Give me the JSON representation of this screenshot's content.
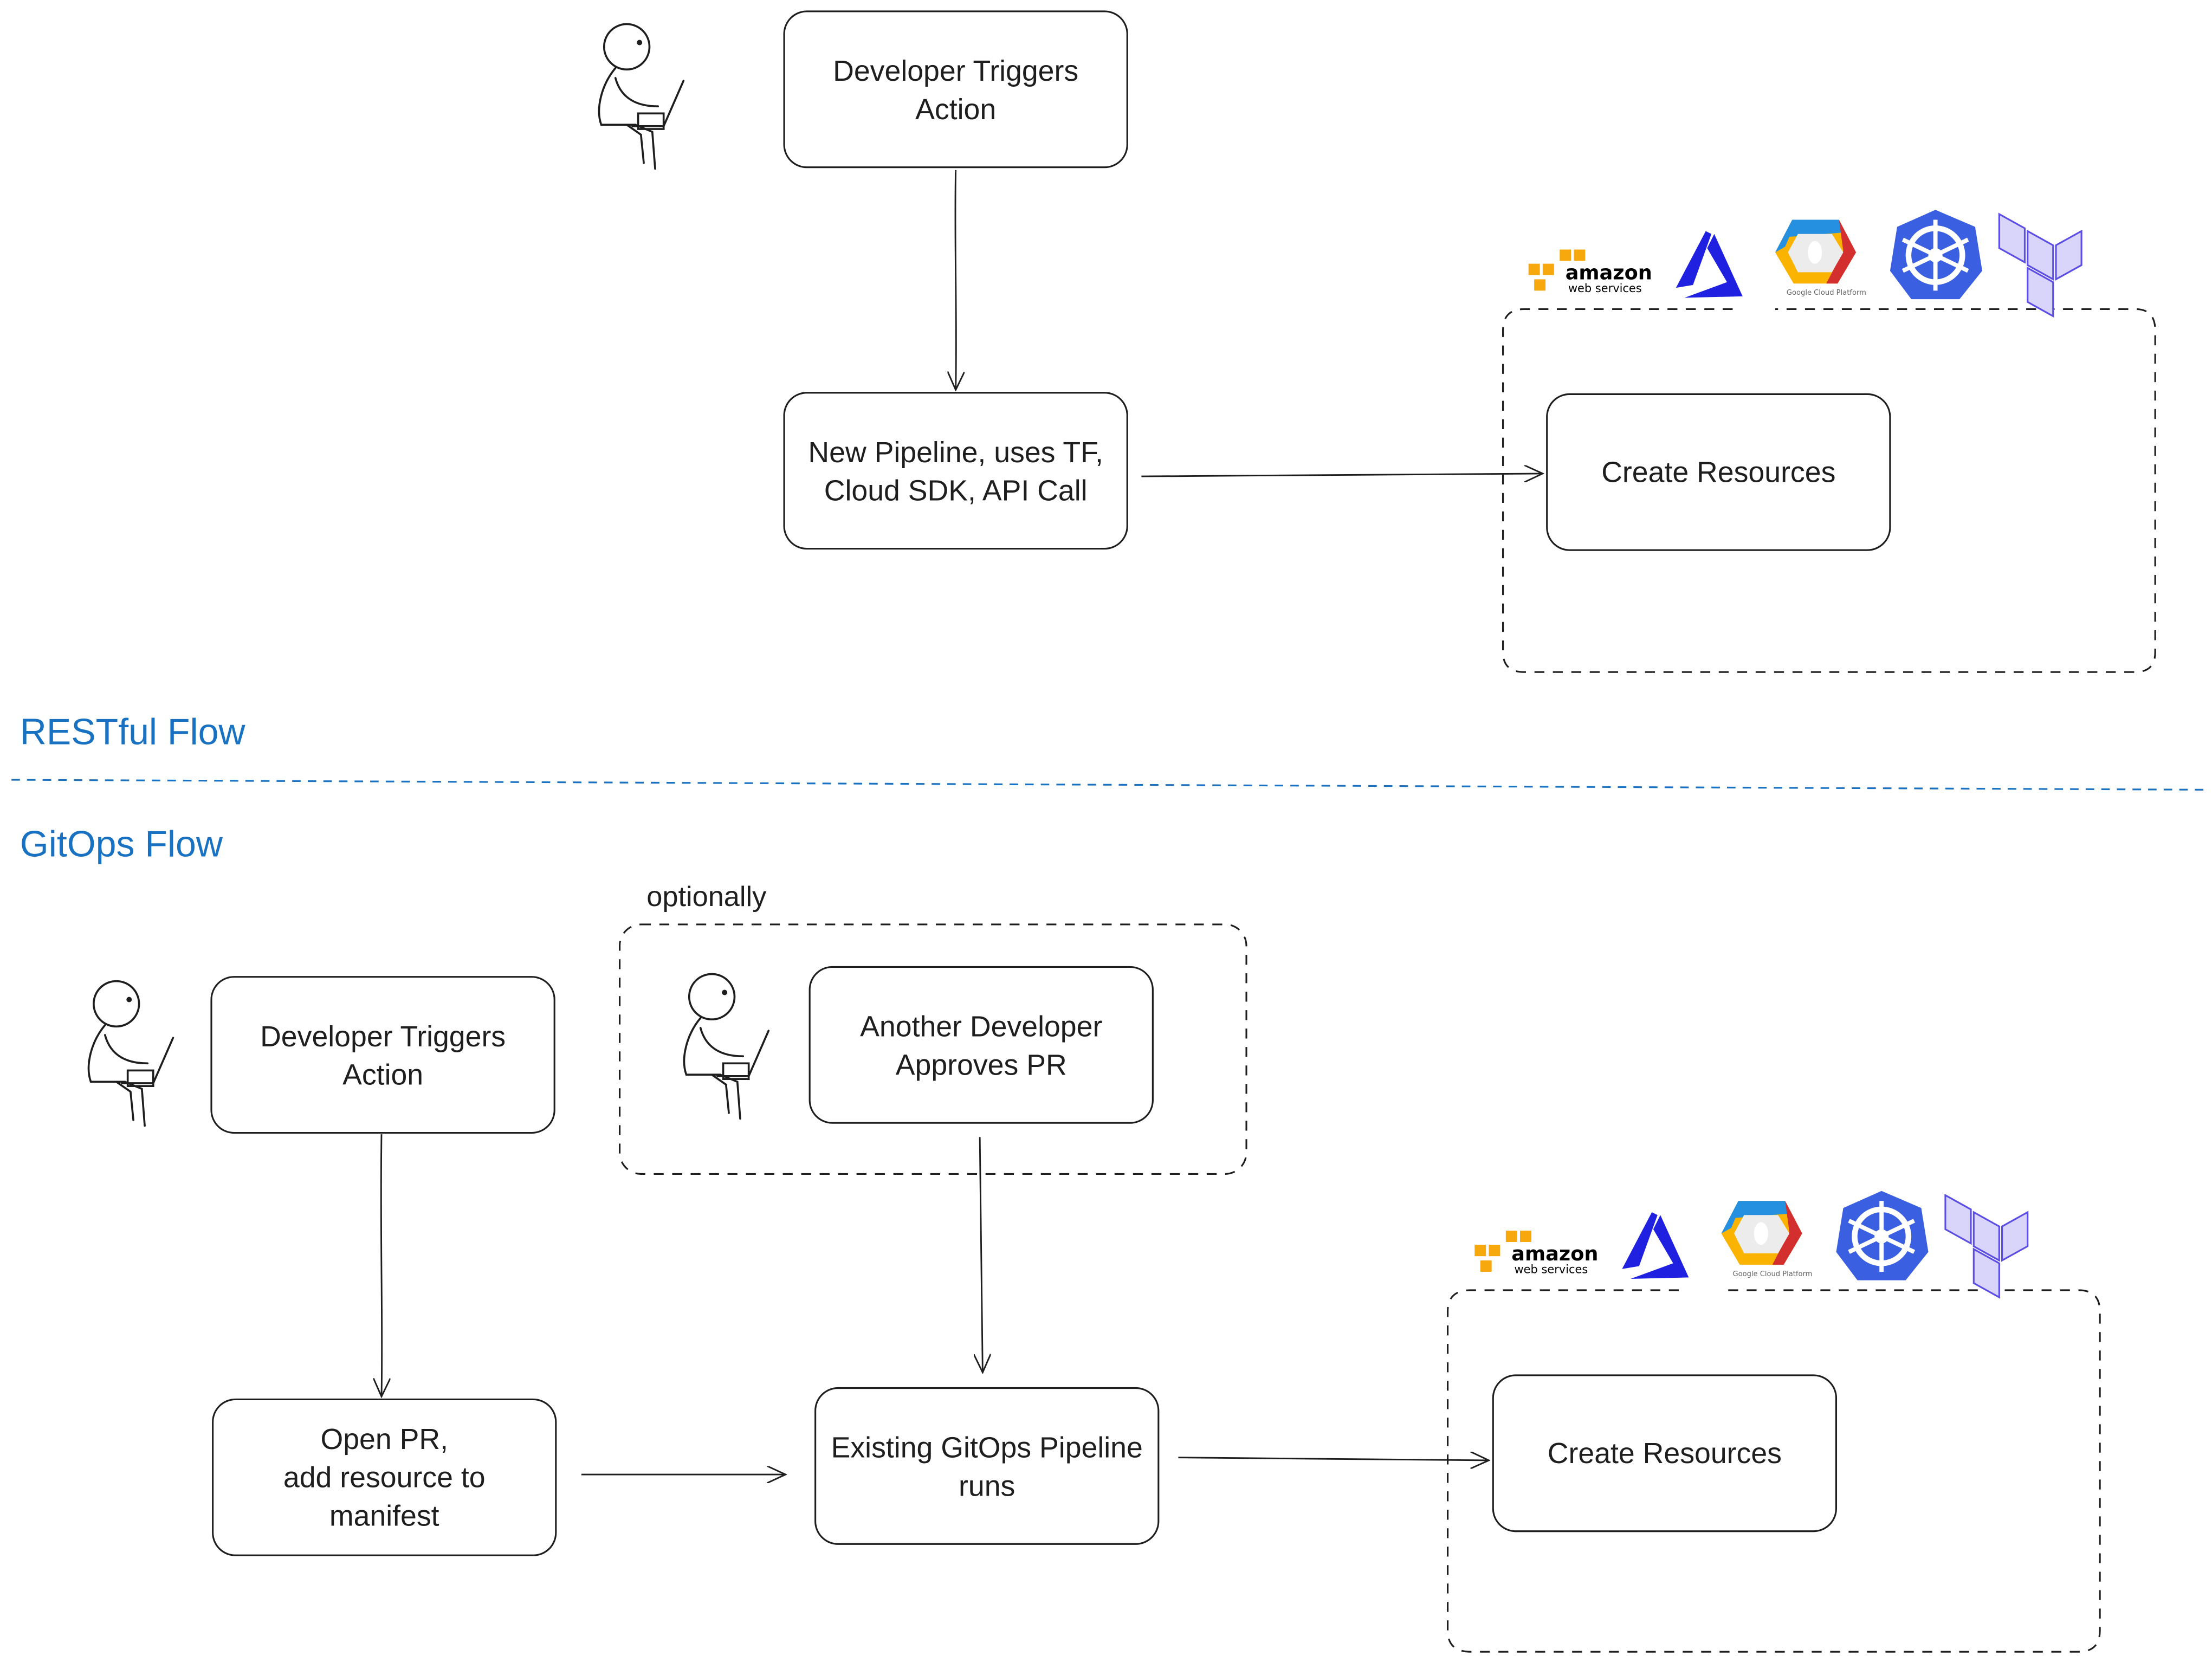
{
  "restful": {
    "section_label": "RESTful Flow",
    "trigger_box": [
      "Developer Triggers",
      "Action"
    ],
    "pipeline_box": [
      "New Pipeline, uses TF,",
      "Cloud SDK, API Call"
    ],
    "resources_box": [
      "Create Resources"
    ],
    "cloud_logos": [
      "aws-logo",
      "azure-logo",
      "google-cloud-platform-logo",
      "kubernetes-logo",
      "terraform-logo"
    ],
    "logo_text": {
      "aws": [
        "amazon",
        "web services"
      ],
      "gcp": "Google Cloud Platform"
    }
  },
  "gitops": {
    "section_label": "GitOps Flow",
    "optional_label": "optionally",
    "trigger_box": [
      "Developer Triggers",
      "Action"
    ],
    "approve_box": [
      "Another Developer",
      "Approves PR"
    ],
    "pr_box": [
      "Open PR,",
      "add resource to",
      "manifest"
    ],
    "pipeline_box": [
      "Existing GitOps Pipeline",
      "runs"
    ],
    "resources_box": [
      "Create Resources"
    ],
    "cloud_logos": [
      "aws-logo",
      "azure-logo",
      "google-cloud-platform-logo",
      "kubernetes-logo",
      "terraform-logo"
    ]
  },
  "colors": {
    "section_text": "#1971c2",
    "aws": "#f7a80d",
    "azure": "#2020e0",
    "kubernetes": "#3a5fe0",
    "terraform": "#5c4ee5"
  }
}
